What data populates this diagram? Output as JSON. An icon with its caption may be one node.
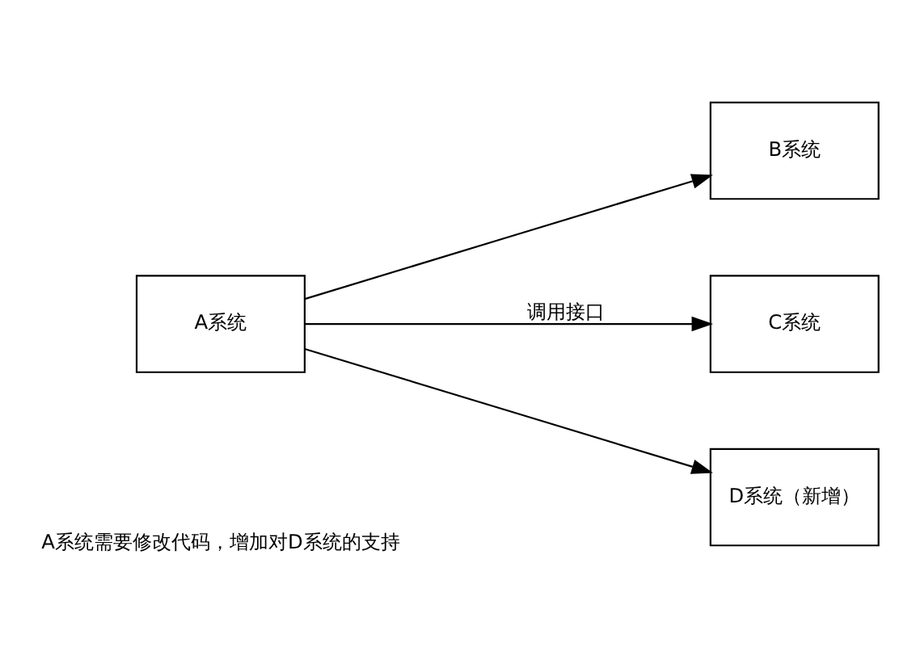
{
  "diagram": {
    "nodes": [
      {
        "text": [
          "A系统"
        ]
      },
      {
        "text": [
          "B系统"
        ]
      },
      {
        "text": [
          "C系统"
        ]
      },
      {
        "text": [
          "D系统（新增）"
        ]
      }
    ],
    "edges": [
      {
        "from": 0,
        "to": 1,
        "arrow": "to"
      },
      {
        "from": 0,
        "to": 2,
        "arrow": "to",
        "label": "调用接口"
      },
      {
        "from": 0,
        "to": 3,
        "arrow": "to"
      }
    ],
    "labels": [
      "A系统需要修改代码，增加对D系统的支持"
    ]
  }
}
